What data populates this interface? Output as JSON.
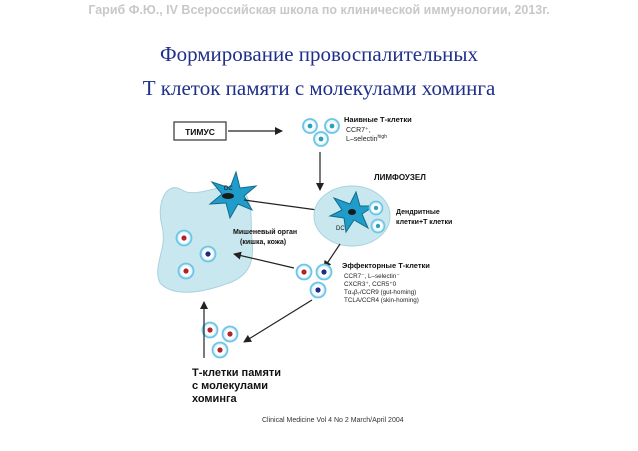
{
  "header": "Гариб Ф.Ю., IV Всероссийская школа по клинической иммунологии, 2013г.",
  "title_line1": "Формирование провоспалительных",
  "title_line2": "Т клеток памяти с молекулами хоминга",
  "diagram": {
    "thymus": "ТИМУС",
    "naive_title": "Наивные Т-клетки",
    "naive_m1": "CCR7⁺,",
    "naive_m2": "L–selectin",
    "naive_m2_sup": "high",
    "lymph_node": "ЛИМФОУЗЕЛ",
    "dc_left": "DC",
    "dc_right": "DC",
    "dendritic_1": "Дендритные",
    "dendritic_2": "клетки+Т клетки",
    "target_1": "Мишеневый орган",
    "target_2": "(кишка, кожа)",
    "effector_title": "Эффекторные Т-клетки",
    "effector_m1": "CCR7⁻, L–selectin⁻",
    "effector_m2": "CXCR3⁺, CCR5⁺0",
    "effector_m3": "Tα₄β₇/CCR9 (gut-homing)",
    "effector_m4": "TCLA/CCR4 (skin-homing)",
    "memory_1": "Т-клетки памяти",
    "memory_2": "с молекулами",
    "memory_3": "хоминга",
    "citation": "Clinical Medicine  Vol 4  No 2 March/April 2004"
  },
  "colors": {
    "title": "#1f2f8a",
    "header": "#c8c8c8",
    "organ_fill": "#c9e7ee",
    "cell_ring": "#6ec6e6",
    "nucleus_teal": "#2fa0bb",
    "nucleus_red": "#b0242e",
    "nucleus_navy": "#1c2c86",
    "dc_body": "#1f9cc9",
    "arrow": "#222222"
  }
}
